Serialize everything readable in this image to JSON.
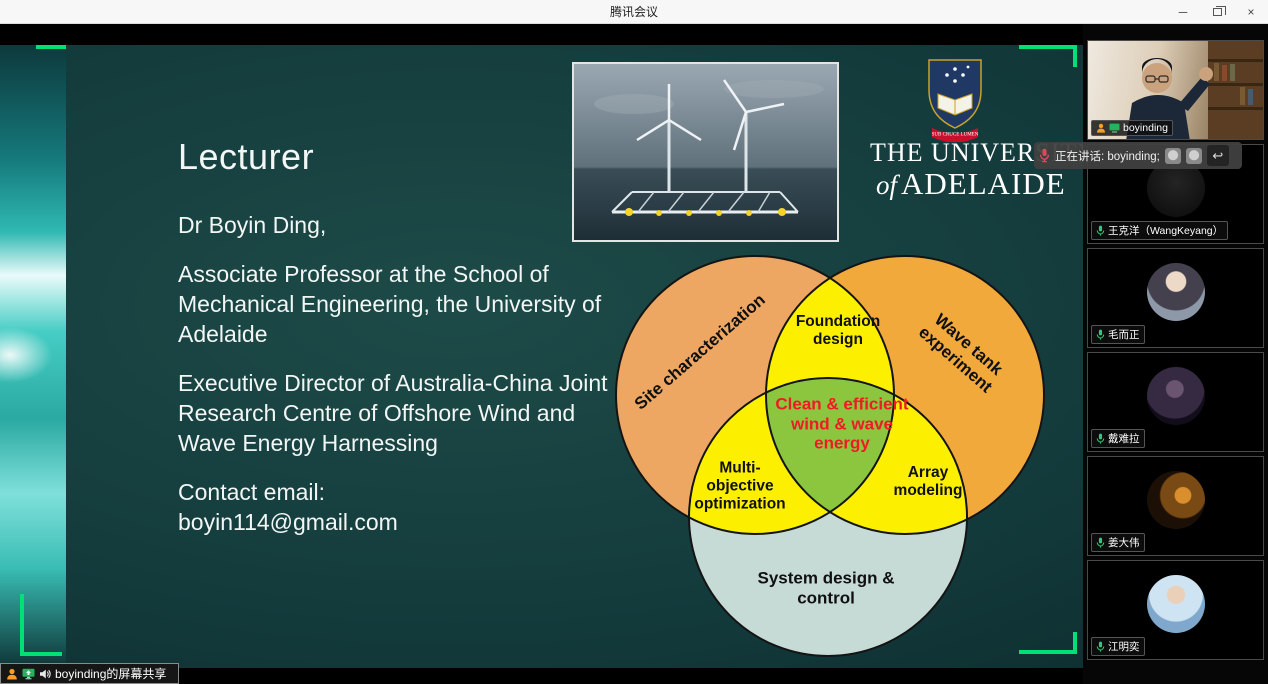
{
  "window": {
    "title": "腾讯会议",
    "controls": {
      "minimize": "─",
      "restore": "restore",
      "close": "×"
    }
  },
  "slide": {
    "heading": "Lecturer",
    "intro": "Dr Boyin Ding,",
    "role": "Associate Professor at the School of Mechanical Engineering, the University of Adelaide",
    "director": "Executive Director of Australia-China Joint Research Centre of Offshore Wind and Wave Energy Harnessing",
    "contact_label": "Contact email:",
    "contact_email": "boyin114@gmail.com",
    "university": {
      "name_line1": "THE UNIVERSITY",
      "name_of": "of",
      "name_line2": "ADELAIDE",
      "motto": "SUB CRUCE LUMEN"
    },
    "venn": {
      "labels": {
        "site": "Site characterization",
        "wave_tank": "Wave tank experiment",
        "foundation": "Foundation\ndesign",
        "multi_objective": "Multi-\nobjective\noptimization",
        "array_modeling": "Array\nmodeling",
        "center": "Clean & efficient\nwind & wave\nenergy",
        "system": "System design &\ncontrol"
      },
      "colors": {
        "site_circle": "#EDA763",
        "wave_circle": "#F2A93B",
        "system_circle": "#C7DBD6",
        "pair_overlap": "#FCF000",
        "center_overlap": "#8CC63F",
        "center_text": "#ED1C24",
        "accent_green": "#00E077"
      }
    }
  },
  "share_banner": {
    "text": "boyinding的屏幕共享"
  },
  "speaking_toast": {
    "text": "正在讲话: boyinding;"
  },
  "participants": [
    {
      "name": "boyinding"
    },
    {
      "name": "王克洋（WangKeyang）"
    },
    {
      "name": "毛而正"
    },
    {
      "name": "戴难拉"
    },
    {
      "name": "姜大伟"
    },
    {
      "name": "江明奕"
    }
  ]
}
